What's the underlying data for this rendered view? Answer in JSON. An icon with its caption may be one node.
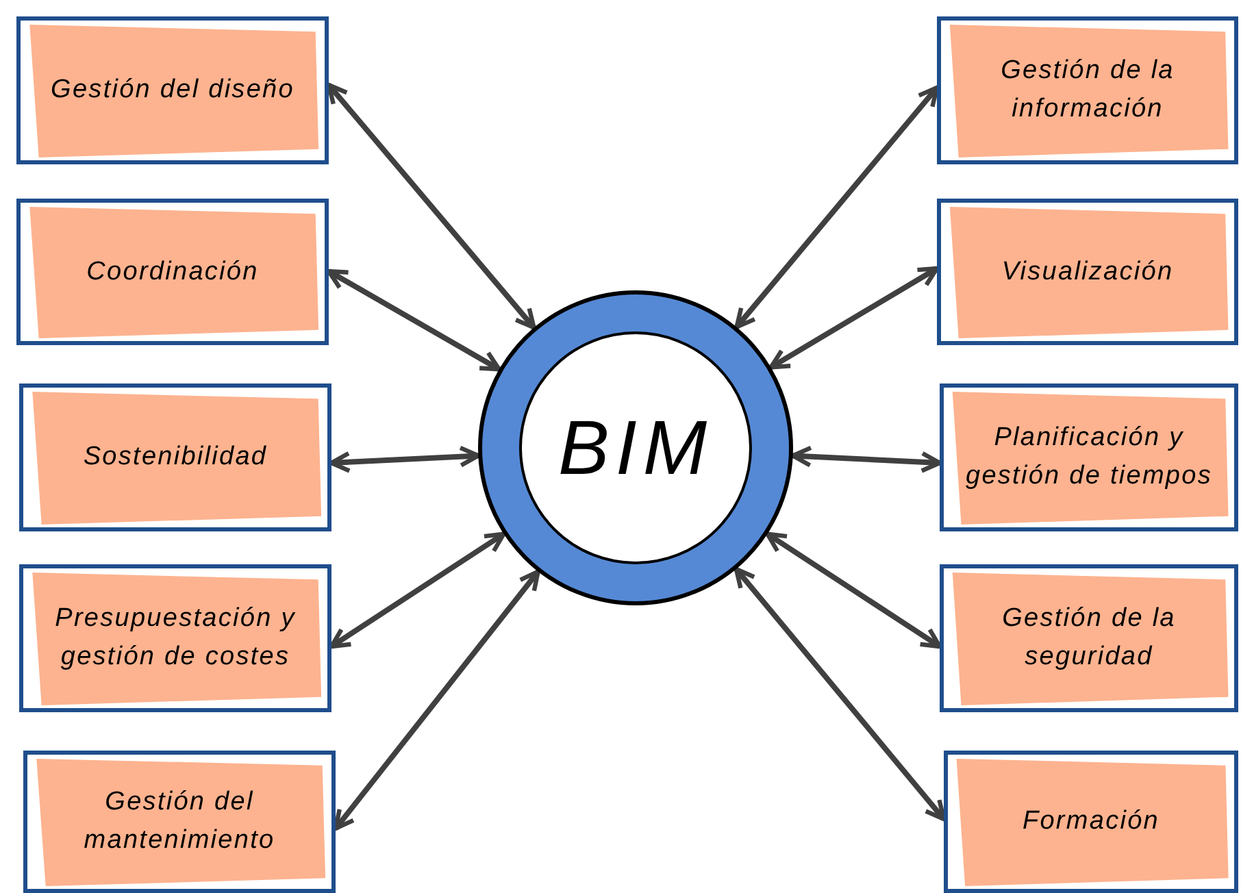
{
  "diagram": {
    "nodes": [
      {
        "text": [
          "Gestión del diseño"
        ]
      },
      {
        "text": [
          "Coordinación"
        ]
      },
      {
        "text": [
          "Sostenibilidad"
        ]
      },
      {
        "text": [
          "Presupuestación y gestión de costes"
        ]
      },
      {
        "text": [
          "Gestión del mantenimiento"
        ]
      },
      {
        "text": [
          "BIM"
        ]
      },
      {
        "text": [
          "Gestión de la información"
        ]
      },
      {
        "text": [
          "Visualización"
        ]
      },
      {
        "text": [
          "Planificación y gestión de tiempos"
        ]
      },
      {
        "text": [
          "Gestión de la seguridad"
        ]
      },
      {
        "text": [
          "Formación"
        ]
      }
    ],
    "edges": [
      {
        "from": 5,
        "to": 0,
        "arrow": "both"
      },
      {
        "from": 5,
        "to": 1,
        "arrow": "both"
      },
      {
        "from": 5,
        "to": 2,
        "arrow": "both"
      },
      {
        "from": 5,
        "to": 3,
        "arrow": "both"
      },
      {
        "from": 5,
        "to": 4,
        "arrow": "both"
      },
      {
        "from": 5,
        "to": 6,
        "arrow": "both"
      },
      {
        "from": 5,
        "to": 7,
        "arrow": "both"
      },
      {
        "from": 5,
        "to": 8,
        "arrow": "both"
      },
      {
        "from": 5,
        "to": 9,
        "arrow": "both"
      },
      {
        "from": 5,
        "to": 10,
        "arrow": "both"
      }
    ]
  }
}
